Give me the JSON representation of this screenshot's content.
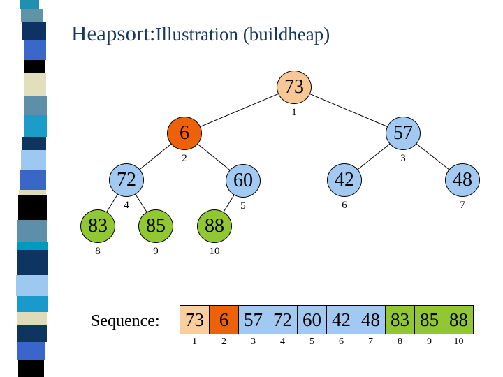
{
  "slide": {
    "title_primary": "Heapsort:",
    "title_secondary": "Illustration (buildheap)"
  },
  "colors": {
    "title_text": "#17375E",
    "node_peach": "#F7C795",
    "node_orange": "#ED6208",
    "node_blue": "#A2C9F2",
    "node_green": "#90C733",
    "cell_peach": "#FACFA0",
    "outline": "#000000"
  },
  "tree": {
    "nodes": [
      {
        "value": "73",
        "index": "1",
        "color": "peach"
      },
      {
        "value": "6",
        "index": "2",
        "color": "orange"
      },
      {
        "value": "57",
        "index": "3",
        "color": "blue"
      },
      {
        "value": "72",
        "index": "4",
        "color": "blue"
      },
      {
        "value": "60",
        "index": "5",
        "color": "blue"
      },
      {
        "value": "42",
        "index": "6",
        "color": "blue"
      },
      {
        "value": "48",
        "index": "7",
        "color": "blue"
      },
      {
        "value": "83",
        "index": "8",
        "color": "green"
      },
      {
        "value": "85",
        "index": "9",
        "color": "green"
      },
      {
        "value": "88",
        "index": "10",
        "color": "green"
      }
    ]
  },
  "sequence": {
    "label": "Sequence:",
    "cells": [
      {
        "value": "73",
        "index": "1",
        "color": "peach"
      },
      {
        "value": "6",
        "index": "2",
        "color": "orange"
      },
      {
        "value": "57",
        "index": "3",
        "color": "blue"
      },
      {
        "value": "72",
        "index": "4",
        "color": "blue"
      },
      {
        "value": "60",
        "index": "5",
        "color": "blue"
      },
      {
        "value": "42",
        "index": "6",
        "color": "blue"
      },
      {
        "value": "48",
        "index": "7",
        "color": "blue"
      },
      {
        "value": "83",
        "index": "8",
        "color": "green"
      },
      {
        "value": "85",
        "index": "9",
        "color": "green"
      },
      {
        "value": "88",
        "index": "10",
        "color": "green"
      }
    ]
  }
}
